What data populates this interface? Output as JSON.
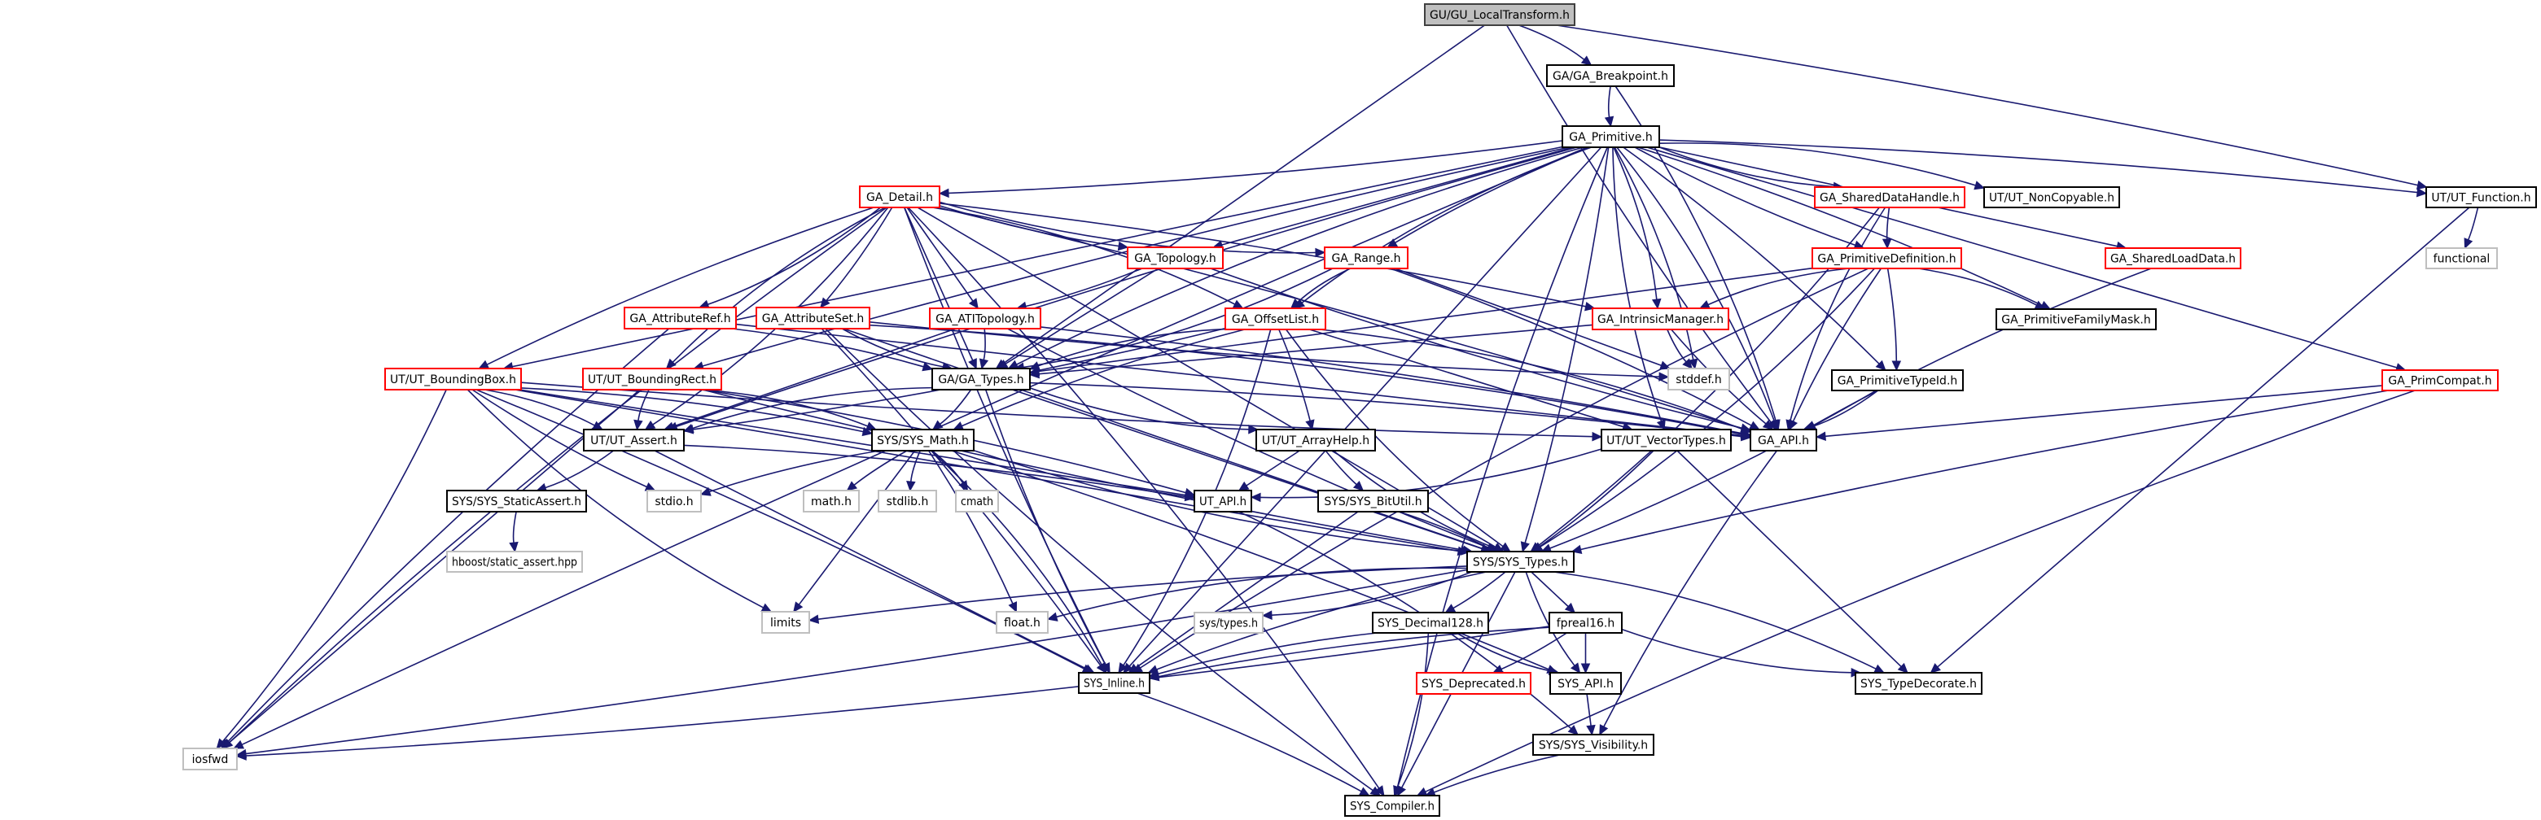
{
  "diagram": {
    "title": "GU/GU_LocalTransform.h include dependency graph",
    "colors": {
      "edge": "#191970",
      "root_fill": "#bfbfbf",
      "root_border": "#404040",
      "documented_border": "#000000",
      "truncated_border": "#ff0000",
      "external_border": "#bfbfbf",
      "text": "#000000"
    },
    "nodes": [
      {
        "id": "GU_LocalTransform",
        "label": "GU/GU_LocalTransform.h",
        "kind": "root"
      },
      {
        "id": "GA_Breakpoint",
        "label": "GA/GA_Breakpoint.h",
        "kind": "documented"
      },
      {
        "id": "GA_Primitive",
        "label": "GA_Primitive.h",
        "kind": "documented"
      },
      {
        "id": "GA_Detail",
        "label": "GA_Detail.h",
        "kind": "truncated"
      },
      {
        "id": "GA_Topology",
        "label": "GA_Topology.h",
        "kind": "truncated"
      },
      {
        "id": "GA_Range",
        "label": "GA_Range.h",
        "kind": "truncated"
      },
      {
        "id": "GA_SharedDataHandle",
        "label": "GA_SharedDataHandle.h",
        "kind": "truncated"
      },
      {
        "id": "UT_NonCopyable",
        "label": "UT/UT_NonCopyable.h",
        "kind": "documented"
      },
      {
        "id": "UT_Function",
        "label": "UT/UT_Function.h",
        "kind": "documented"
      },
      {
        "id": "functional",
        "label": "functional",
        "kind": "external"
      },
      {
        "id": "GA_SharedLoadData",
        "label": "GA_SharedLoadData.h",
        "kind": "truncated"
      },
      {
        "id": "GA_PrimitiveDefinition",
        "label": "GA_PrimitiveDefinition.h",
        "kind": "truncated"
      },
      {
        "id": "GA_AttributeRef",
        "label": "GA_AttributeRef.h",
        "kind": "truncated"
      },
      {
        "id": "GA_AttributeSet",
        "label": "GA_AttributeSet.h",
        "kind": "truncated"
      },
      {
        "id": "GA_ATITopology",
        "label": "GA_ATITopology.h",
        "kind": "truncated"
      },
      {
        "id": "GA_OffsetList",
        "label": "GA_OffsetList.h",
        "kind": "truncated"
      },
      {
        "id": "GA_IntrinsicManager",
        "label": "GA_IntrinsicManager.h",
        "kind": "truncated"
      },
      {
        "id": "GA_PrimitiveFamilyMask",
        "label": "GA_PrimitiveFamilyMask.h",
        "kind": "documented"
      },
      {
        "id": "UT_BoundingBox",
        "label": "UT/UT_BoundingBox.h",
        "kind": "truncated"
      },
      {
        "id": "UT_BoundingRect",
        "label": "UT/UT_BoundingRect.h",
        "kind": "truncated"
      },
      {
        "id": "GA_Types",
        "label": "GA/GA_Types.h",
        "kind": "documented"
      },
      {
        "id": "stddef",
        "label": "stddef.h",
        "kind": "external"
      },
      {
        "id": "GA_PrimitiveTypeId",
        "label": "GA_PrimitiveTypeId.h",
        "kind": "documented"
      },
      {
        "id": "GA_PrimCompat",
        "label": "GA_PrimCompat.h",
        "kind": "truncated"
      },
      {
        "id": "UT_Assert",
        "label": "UT/UT_Assert.h",
        "kind": "documented"
      },
      {
        "id": "SYS_Math",
        "label": "SYS/SYS_Math.h",
        "kind": "documented"
      },
      {
        "id": "UT_ArrayHelp",
        "label": "UT/UT_ArrayHelp.h",
        "kind": "documented"
      },
      {
        "id": "UT_VectorTypes",
        "label": "UT/UT_VectorTypes.h",
        "kind": "documented"
      },
      {
        "id": "GA_API",
        "label": "GA_API.h",
        "kind": "documented"
      },
      {
        "id": "SYS_StaticAssert",
        "label": "SYS/SYS_StaticAssert.h",
        "kind": "documented"
      },
      {
        "id": "stdio",
        "label": "stdio.h",
        "kind": "external"
      },
      {
        "id": "math",
        "label": "math.h",
        "kind": "external"
      },
      {
        "id": "stdlib",
        "label": "stdlib.h",
        "kind": "external"
      },
      {
        "id": "cmath",
        "label": "cmath",
        "kind": "external"
      },
      {
        "id": "UT_API",
        "label": "UT_API.h",
        "kind": "documented"
      },
      {
        "id": "SYS_BitUtil",
        "label": "SYS/SYS_BitUtil.h",
        "kind": "documented"
      },
      {
        "id": "hboost_static_assert",
        "label": "hboost/static_assert.hpp",
        "kind": "external"
      },
      {
        "id": "SYS_Types",
        "label": "SYS/SYS_Types.h",
        "kind": "documented"
      },
      {
        "id": "limits",
        "label": "limits",
        "kind": "external"
      },
      {
        "id": "float",
        "label": "float.h",
        "kind": "external"
      },
      {
        "id": "sys_types",
        "label": "sys/types.h",
        "kind": "external"
      },
      {
        "id": "SYS_Decimal128",
        "label": "SYS_Decimal128.h",
        "kind": "documented"
      },
      {
        "id": "fpreal16",
        "label": "fpreal16.h",
        "kind": "documented"
      },
      {
        "id": "iosfwd",
        "label": "iosfwd",
        "kind": "external"
      },
      {
        "id": "SYS_Inline",
        "label": "SYS_Inline.h",
        "kind": "documented"
      },
      {
        "id": "SYS_Deprecated",
        "label": "SYS_Deprecated.h",
        "kind": "truncated"
      },
      {
        "id": "SYS_API",
        "label": "SYS_API.h",
        "kind": "documented"
      },
      {
        "id": "SYS_TypeDecorate",
        "label": "SYS_TypeDecorate.h",
        "kind": "documented"
      },
      {
        "id": "SYS_Visibility",
        "label": "SYS/SYS_Visibility.h",
        "kind": "documented"
      },
      {
        "id": "SYS_Compiler",
        "label": "SYS_Compiler.h",
        "kind": "documented"
      }
    ],
    "edges": [
      [
        "GU_LocalTransform",
        "GA_Breakpoint"
      ],
      [
        "GU_LocalTransform",
        "UT_Function"
      ],
      [
        "GU_LocalTransform",
        "GA_Types"
      ],
      [
        "GU_LocalTransform",
        "GA_API"
      ],
      [
        "GA_Breakpoint",
        "GA_Primitive"
      ],
      [
        "GA_Breakpoint",
        "GA_API"
      ],
      [
        "GA_Primitive",
        "GA_Detail"
      ],
      [
        "GA_Primitive",
        "GA_Topology"
      ],
      [
        "GA_Primitive",
        "GA_Range"
      ],
      [
        "GA_Primitive",
        "GA_SharedDataHandle"
      ],
      [
        "GA_Primitive",
        "UT_NonCopyable"
      ],
      [
        "GA_Primitive",
        "UT_Function"
      ],
      [
        "GA_Primitive",
        "GA_SharedLoadData"
      ],
      [
        "GA_Primitive",
        "GA_PrimitiveDefinition"
      ],
      [
        "GA_Primitive",
        "GA_OffsetList"
      ],
      [
        "GA_Primitive",
        "GA_IntrinsicManager"
      ],
      [
        "GA_Primitive",
        "GA_PrimitiveFamilyMask"
      ],
      [
        "GA_Primitive",
        "UT_BoundingBox"
      ],
      [
        "GA_Primitive",
        "UT_BoundingRect"
      ],
      [
        "GA_Primitive",
        "GA_Types"
      ],
      [
        "GA_Primitive",
        "stddef"
      ],
      [
        "GA_Primitive",
        "GA_PrimitiveTypeId"
      ],
      [
        "GA_Primitive",
        "GA_PrimCompat"
      ],
      [
        "GA_Primitive",
        "UT_Assert"
      ],
      [
        "GA_Primitive",
        "UT_VectorTypes"
      ],
      [
        "GA_Primitive",
        "GA_API"
      ],
      [
        "GA_Primitive",
        "SYS_Types"
      ],
      [
        "GA_Primitive",
        "SYS_Inline"
      ],
      [
        "GA_Primitive",
        "iosfwd"
      ],
      [
        "GA_Primitive",
        "SYS_Compiler"
      ],
      [
        "GA_Detail",
        "GA_AttributeRef"
      ],
      [
        "GA_Detail",
        "GA_AttributeSet"
      ],
      [
        "GA_Detail",
        "GA_ATITopology"
      ],
      [
        "GA_Detail",
        "GA_Topology"
      ],
      [
        "GA_Detail",
        "GA_Range"
      ],
      [
        "GA_Detail",
        "GA_OffsetList"
      ],
      [
        "GA_Detail",
        "GA_IntrinsicManager"
      ],
      [
        "GA_Detail",
        "GA_Types"
      ],
      [
        "GA_Detail",
        "UT_BoundingBox"
      ],
      [
        "GA_Detail",
        "UT_BoundingRect"
      ],
      [
        "GA_Detail",
        "UT_Assert"
      ],
      [
        "GA_Detail",
        "GA_API"
      ],
      [
        "GA_Detail",
        "SYS_Types"
      ],
      [
        "GA_Detail",
        "SYS_Inline"
      ],
      [
        "GA_Detail",
        "iosfwd"
      ],
      [
        "GA_Detail",
        "SYS_Compiler"
      ],
      [
        "GA_Topology",
        "GA_ATITopology"
      ],
      [
        "GA_Topology",
        "GA_Types"
      ],
      [
        "GA_Topology",
        "GA_API"
      ],
      [
        "GA_Range",
        "GA_OffsetList"
      ],
      [
        "GA_Range",
        "GA_Types"
      ],
      [
        "GA_Range",
        "GA_API"
      ],
      [
        "GA_Range",
        "stddef"
      ],
      [
        "GA_SharedDataHandle",
        "GA_PrimitiveDefinition"
      ],
      [
        "GA_SharedDataHandle",
        "GA_API"
      ],
      [
        "GA_SharedDataHandle",
        "SYS_Types"
      ],
      [
        "UT_Function",
        "functional"
      ],
      [
        "UT_Function",
        "SYS_TypeDecorate"
      ],
      [
        "GA_SharedLoadData",
        "GA_API"
      ],
      [
        "GA_PrimitiveDefinition",
        "GA_IntrinsicManager"
      ],
      [
        "GA_PrimitiveDefinition",
        "GA_PrimitiveFamilyMask"
      ],
      [
        "GA_PrimitiveDefinition",
        "GA_PrimitiveTypeId"
      ],
      [
        "GA_PrimitiveDefinition",
        "GA_Types"
      ],
      [
        "GA_PrimitiveDefinition",
        "GA_API"
      ],
      [
        "GA_PrimitiveDefinition",
        "SYS_Inline"
      ],
      [
        "GA_PrimitiveDefinition",
        "SYS_Types"
      ],
      [
        "GA_AttributeRef",
        "GA_Types"
      ],
      [
        "GA_AttributeRef",
        "GA_API"
      ],
      [
        "GA_AttributeRef",
        "iosfwd"
      ],
      [
        "GA_AttributeSet",
        "GA_Types"
      ],
      [
        "GA_AttributeSet",
        "GA_API"
      ],
      [
        "GA_AttributeSet",
        "SYS_Inline"
      ],
      [
        "GA_AttributeSet",
        "SYS_Types"
      ],
      [
        "GA_AttributeSet",
        "stddef"
      ],
      [
        "GA_AttributeSet",
        "SYS_Compiler"
      ],
      [
        "GA_ATITopology",
        "GA_Types"
      ],
      [
        "GA_ATITopology",
        "GA_API"
      ],
      [
        "GA_ATITopology",
        "UT_Assert"
      ],
      [
        "GA_ATITopology",
        "SYS_Types"
      ],
      [
        "GA_OffsetList",
        "GA_Types"
      ],
      [
        "GA_OffsetList",
        "GA_API"
      ],
      [
        "GA_OffsetList",
        "UT_ArrayHelp"
      ],
      [
        "GA_OffsetList",
        "UT_VectorTypes"
      ],
      [
        "GA_OffsetList",
        "SYS_Math"
      ],
      [
        "GA_OffsetList",
        "SYS_Types"
      ],
      [
        "GA_OffsetList",
        "SYS_Inline"
      ],
      [
        "GA_OffsetList",
        "UT_Assert"
      ],
      [
        "GA_IntrinsicManager",
        "GA_Types"
      ],
      [
        "GA_IntrinsicManager",
        "GA_API"
      ],
      [
        "GA_IntrinsicManager",
        "stddef"
      ],
      [
        "UT_BoundingBox",
        "UT_Assert"
      ],
      [
        "UT_BoundingBox",
        "SYS_Math"
      ],
      [
        "UT_BoundingBox",
        "UT_API"
      ],
      [
        "UT_BoundingBox",
        "stdio"
      ],
      [
        "UT_BoundingBox",
        "limits"
      ],
      [
        "UT_BoundingBox",
        "iosfwd"
      ],
      [
        "UT_BoundingBox",
        "SYS_Inline"
      ],
      [
        "UT_BoundingBox",
        "SYS_Types"
      ],
      [
        "UT_BoundingBox",
        "UT_VectorTypes"
      ],
      [
        "UT_BoundingRect",
        "UT_Assert"
      ],
      [
        "UT_BoundingRect",
        "SYS_Math"
      ],
      [
        "UT_BoundingRect",
        "UT_API"
      ],
      [
        "UT_BoundingRect",
        "iosfwd"
      ],
      [
        "UT_BoundingRect",
        "SYS_Types"
      ],
      [
        "GA_Types",
        "UT_Assert"
      ],
      [
        "GA_Types",
        "SYS_Math"
      ],
      [
        "GA_Types",
        "GA_API"
      ],
      [
        "GA_Types",
        "SYS_Types"
      ],
      [
        "GA_Types",
        "SYS_Inline"
      ],
      [
        "GA_Types",
        "UT_ArrayHelp"
      ],
      [
        "GA_PrimitiveTypeId",
        "GA_API"
      ],
      [
        "GA_PrimitiveTypeId",
        "SYS_Types"
      ],
      [
        "GA_PrimCompat",
        "GA_API"
      ],
      [
        "GA_PrimCompat",
        "SYS_Types"
      ],
      [
        "GA_PrimCompat",
        "SYS_Compiler"
      ],
      [
        "UT_Assert",
        "SYS_StaticAssert"
      ],
      [
        "UT_Assert",
        "UT_API"
      ],
      [
        "UT_Assert",
        "SYS_Inline"
      ],
      [
        "SYS_Math",
        "math"
      ],
      [
        "SYS_Math",
        "stdlib"
      ],
      [
        "SYS_Math",
        "cmath"
      ],
      [
        "SYS_Math",
        "float"
      ],
      [
        "SYS_Math",
        "limits"
      ],
      [
        "SYS_Math",
        "stdio"
      ],
      [
        "SYS_Math",
        "SYS_Types"
      ],
      [
        "SYS_Math",
        "SYS_Inline"
      ],
      [
        "SYS_Math",
        "SYS_API"
      ],
      [
        "UT_ArrayHelp",
        "UT_API"
      ],
      [
        "UT_ArrayHelp",
        "SYS_BitUtil"
      ],
      [
        "UT_ArrayHelp",
        "SYS_Types"
      ],
      [
        "UT_VectorTypes",
        "UT_API"
      ],
      [
        "UT_VectorTypes",
        "SYS_Types"
      ],
      [
        "UT_VectorTypes",
        "SYS_TypeDecorate"
      ],
      [
        "GA_API",
        "SYS_Visibility"
      ],
      [
        "SYS_StaticAssert",
        "hboost_static_assert"
      ],
      [
        "UT_API",
        "SYS_Visibility"
      ],
      [
        "SYS_BitUtil",
        "SYS_Types"
      ],
      [
        "SYS_BitUtil",
        "SYS_Inline"
      ],
      [
        "SYS_Types",
        "limits"
      ],
      [
        "SYS_Types",
        "float"
      ],
      [
        "SYS_Types",
        "sys_types"
      ],
      [
        "SYS_Types",
        "SYS_Decimal128"
      ],
      [
        "SYS_Types",
        "fpreal16"
      ],
      [
        "SYS_Types",
        "SYS_Inline"
      ],
      [
        "SYS_Types",
        "SYS_API"
      ],
      [
        "SYS_Types",
        "SYS_TypeDecorate"
      ],
      [
        "SYS_Types",
        "iosfwd"
      ],
      [
        "SYS_Types",
        "SYS_Compiler"
      ],
      [
        "SYS_Decimal128",
        "SYS_Inline"
      ],
      [
        "SYS_Decimal128",
        "SYS_API"
      ],
      [
        "SYS_Decimal128",
        "SYS_Compiler"
      ],
      [
        "fpreal16",
        "SYS_Deprecated"
      ],
      [
        "fpreal16",
        "SYS_API"
      ],
      [
        "fpreal16",
        "SYS_Inline"
      ],
      [
        "fpreal16",
        "SYS_TypeDecorate"
      ],
      [
        "fpreal16",
        "iosfwd"
      ],
      [
        "SYS_Inline",
        "SYS_Compiler"
      ],
      [
        "SYS_API",
        "SYS_Visibility"
      ],
      [
        "SYS_Visibility",
        "SYS_Compiler"
      ]
    ]
  }
}
